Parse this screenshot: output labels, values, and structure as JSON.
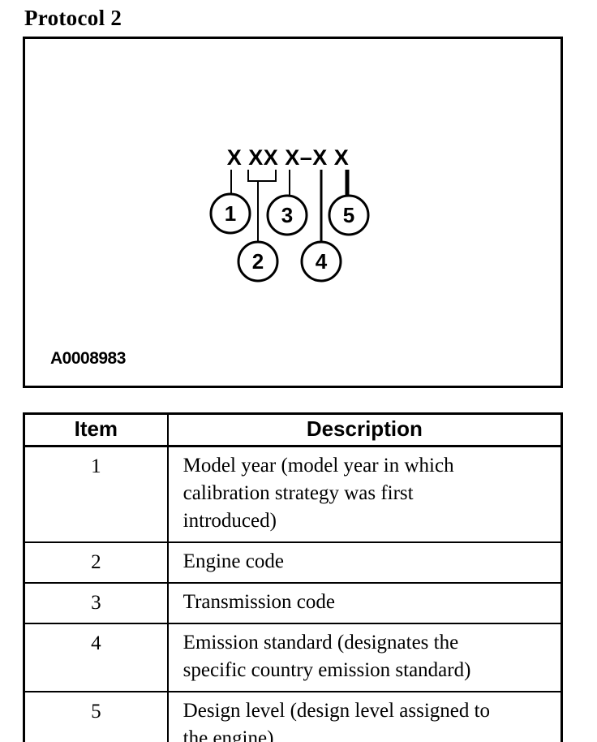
{
  "page": {
    "title": "Protocol 2"
  },
  "diagram": {
    "code": "X XX X–X X",
    "figure_id": "A0008983",
    "callouts": [
      {
        "number": "1"
      },
      {
        "number": "2"
      },
      {
        "number": "3"
      },
      {
        "number": "4"
      },
      {
        "number": "5"
      }
    ],
    "colors": {
      "line": "#000000",
      "background": "#ffffff"
    }
  },
  "table": {
    "headers": {
      "item": "Item",
      "description": "Description"
    },
    "rows": [
      {
        "item": "1",
        "description_lines": [
          "Model year (model year in which",
          "calibration strategy was first",
          "introduced)"
        ]
      },
      {
        "item": "2",
        "description_lines": [
          "Engine code"
        ]
      },
      {
        "item": "3",
        "description_lines": [
          "Transmission code"
        ]
      },
      {
        "item": "4",
        "description_lines": [
          "Emission standard (designates the",
          "specific country emission standard)"
        ]
      },
      {
        "item": "5",
        "description_lines": [
          "Design level (design level assigned to",
          "the engine)"
        ]
      }
    ]
  }
}
